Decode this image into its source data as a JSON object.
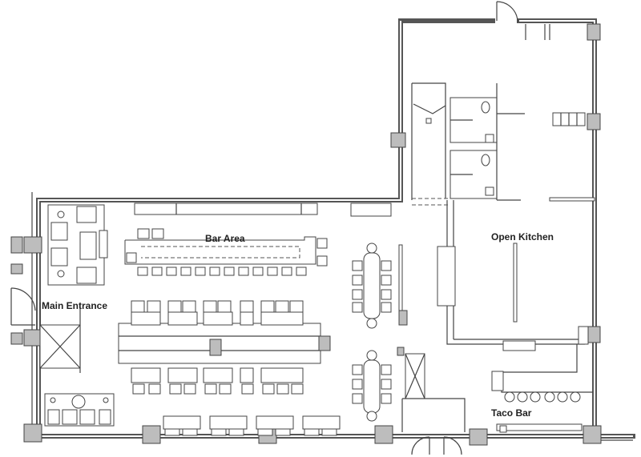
{
  "labels": {
    "bar_area": "Bar Area",
    "open_kitchen": "Open Kitchen",
    "main_entrance": "Main Entrance",
    "taco_bar": "Taco Bar"
  }
}
